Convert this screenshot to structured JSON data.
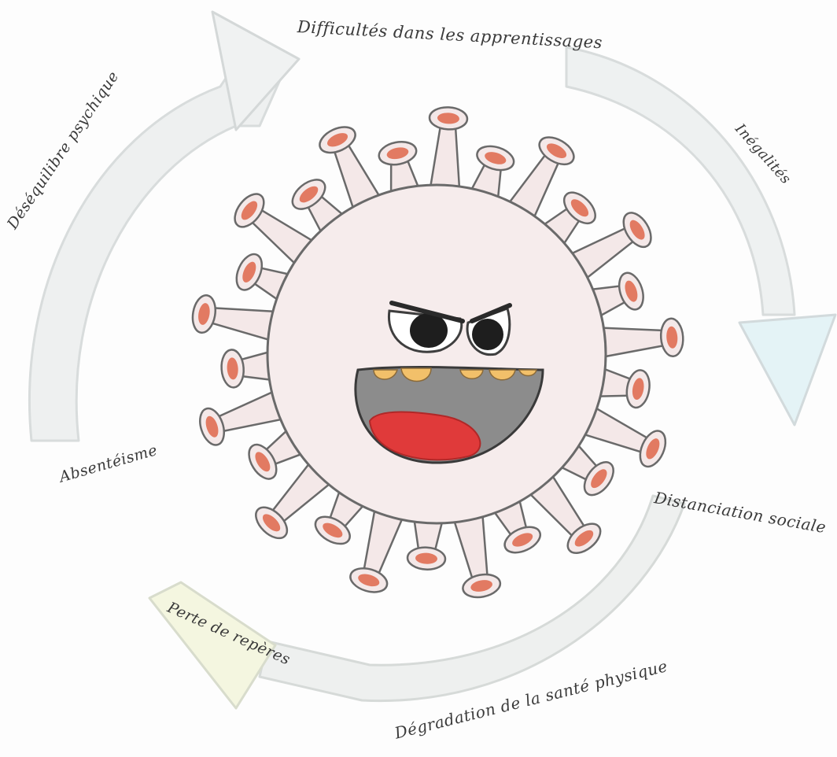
{
  "diagram": {
    "labels": {
      "apprentissages": "Difficultés dans les apprentissages",
      "inegalites": "Inégalités",
      "desequilibre": "Déséquilibre psychique",
      "absenteisme": "Absentéisme",
      "distanciation": "Distanciation sociale",
      "reperes": "Perte de repères",
      "sante": "Dégradation de la santé physique"
    },
    "colors": {
      "virus_body": "#f6ecec",
      "virus_outline": "#5a5a5a",
      "spike_tip": "#e27a62",
      "mouth": "#8c8c8c",
      "tongue": "#e03a3a",
      "teeth": "#f2c06a",
      "eye_pupil": "#1e1e1e",
      "arrow_fill": "#eef0f0",
      "arrow_accent_blue": "#e4f3f6",
      "arrow_accent_yellow": "#f4f6e0"
    }
  }
}
